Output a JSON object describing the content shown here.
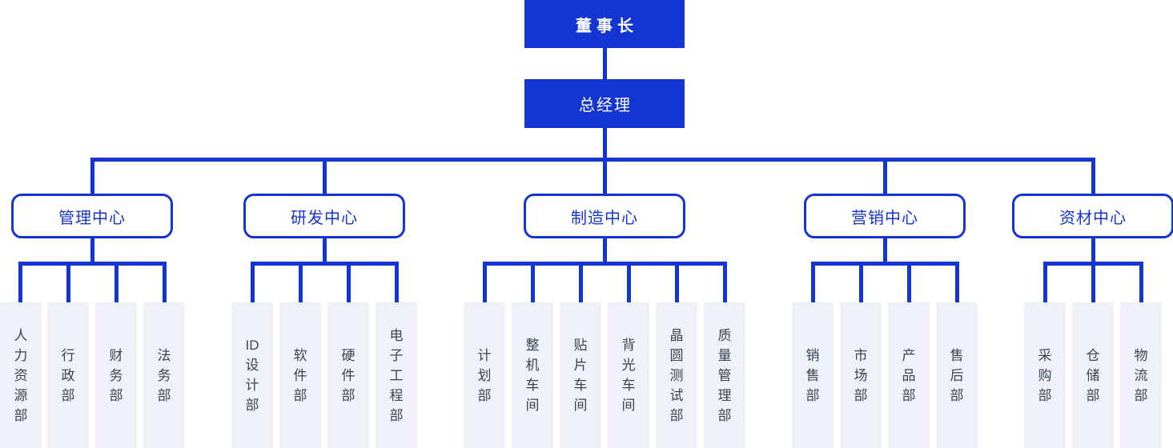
{
  "org": {
    "chairman": "董事长",
    "general_manager": "总经理",
    "branches": [
      {
        "name": "管理中心",
        "departments": [
          "人力资源部",
          "行政部",
          "财务部",
          "法务部"
        ]
      },
      {
        "name": "研发中心",
        "departments": [
          "ID设计部",
          "软件部",
          "硬件部",
          "电子工程部"
        ]
      },
      {
        "name": "制造中心",
        "departments": [
          "计划部",
          "整机车间",
          "贴片车间",
          "背光车间",
          "晶圆测试部",
          "质量管理部"
        ]
      },
      {
        "name": "营销中心",
        "departments": [
          "销售部",
          "市场部",
          "产品部",
          "售后部"
        ]
      },
      {
        "name": "资材中心",
        "departments": [
          "采购部",
          "仓储部",
          "物流部"
        ]
      }
    ]
  },
  "colors": {
    "primary_blue": "#1435d2",
    "executive_node_fill": "#1435d2",
    "executive_node_text": "#ffffff",
    "center_node_border": "#1435d2",
    "center_node_text": "#1435d2",
    "department_node_bg": "#eef2f8",
    "department_node_text": "#3b4454",
    "background": "#ffffff"
  }
}
